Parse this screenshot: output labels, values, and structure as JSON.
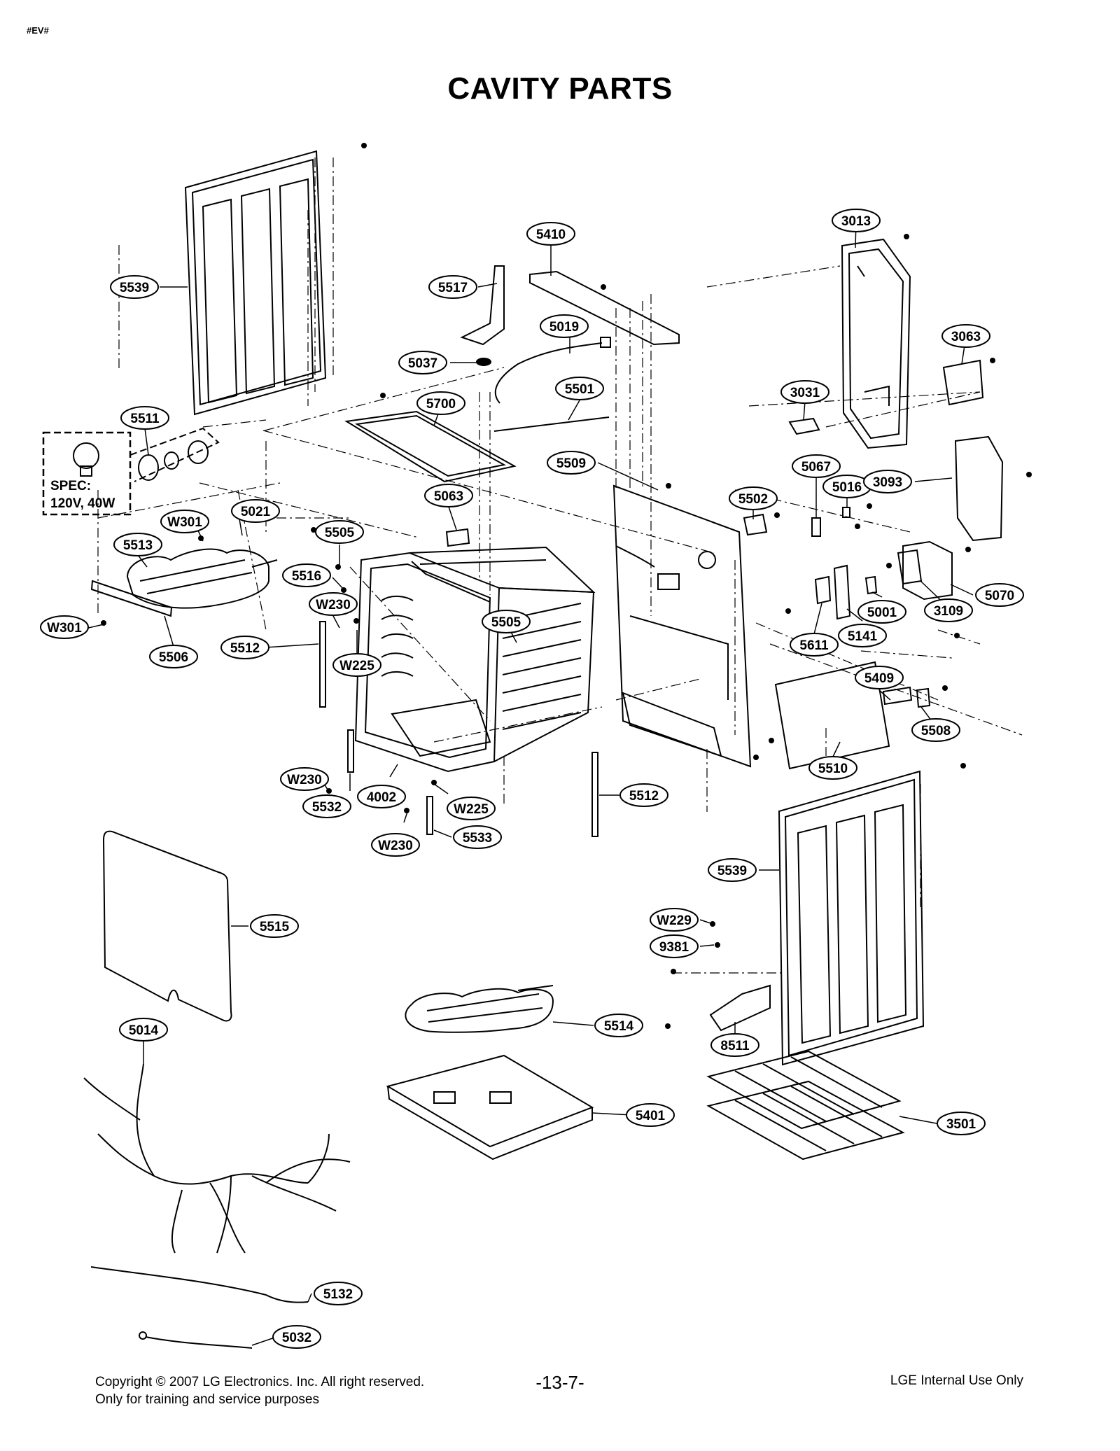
{
  "header": {
    "corner_code": "#EV#",
    "title": "CAVITY PARTS"
  },
  "spec_box": {
    "line1": "SPEC:",
    "line2": "120V, 40W"
  },
  "callouts": [
    {
      "id": "c01",
      "label": "5539"
    },
    {
      "id": "c02",
      "label": "5410"
    },
    {
      "id": "c03",
      "label": "3013"
    },
    {
      "id": "c04",
      "label": "5517"
    },
    {
      "id": "c05",
      "label": "5019"
    },
    {
      "id": "c06",
      "label": "3063"
    },
    {
      "id": "c07",
      "label": "5037"
    },
    {
      "id": "c08",
      "label": "5501"
    },
    {
      "id": "c09",
      "label": "3031"
    },
    {
      "id": "c10",
      "label": "5511"
    },
    {
      "id": "c11",
      "label": "5700"
    },
    {
      "id": "c12",
      "label": "5509"
    },
    {
      "id": "c13",
      "label": "5067"
    },
    {
      "id": "c14",
      "label": "5016"
    },
    {
      "id": "c15",
      "label": "3093"
    },
    {
      "id": "c16",
      "label": "5063"
    },
    {
      "id": "c17",
      "label": "5502"
    },
    {
      "id": "c18",
      "label": "W301"
    },
    {
      "id": "c19",
      "label": "5021"
    },
    {
      "id": "c20",
      "label": "5505"
    },
    {
      "id": "c21",
      "label": "5513"
    },
    {
      "id": "c22",
      "label": "5516"
    },
    {
      "id": "c23",
      "label": "W230"
    },
    {
      "id": "c24",
      "label": "5505"
    },
    {
      "id": "c25",
      "label": "W301"
    },
    {
      "id": "c26",
      "label": "5506"
    },
    {
      "id": "c27",
      "label": "5512"
    },
    {
      "id": "c28",
      "label": "W225"
    },
    {
      "id": "c29",
      "label": "5001"
    },
    {
      "id": "c30",
      "label": "3109"
    },
    {
      "id": "c31",
      "label": "5070"
    },
    {
      "id": "c32",
      "label": "5611"
    },
    {
      "id": "c33",
      "label": "5141"
    },
    {
      "id": "c34",
      "label": "5409"
    },
    {
      "id": "c35",
      "label": "5508"
    },
    {
      "id": "c36",
      "label": "5510"
    },
    {
      "id": "c37",
      "label": "W230"
    },
    {
      "id": "c38",
      "label": "5532"
    },
    {
      "id": "c39",
      "label": "4002"
    },
    {
      "id": "c40",
      "label": "W225"
    },
    {
      "id": "c41",
      "label": "5512"
    },
    {
      "id": "c42",
      "label": "W230"
    },
    {
      "id": "c43",
      "label": "5533"
    },
    {
      "id": "c44",
      "label": "5539"
    },
    {
      "id": "c45",
      "label": "5515"
    },
    {
      "id": "c46",
      "label": "W229"
    },
    {
      "id": "c47",
      "label": "9381"
    },
    {
      "id": "c48",
      "label": "5014"
    },
    {
      "id": "c49",
      "label": "5514"
    },
    {
      "id": "c50",
      "label": "8511"
    },
    {
      "id": "c51",
      "label": "5401"
    },
    {
      "id": "c52",
      "label": "3501"
    },
    {
      "id": "c53",
      "label": "5132"
    },
    {
      "id": "c54",
      "label": "5032"
    }
  ],
  "footer": {
    "copyright_line1": "Copyright © 2007 LG Electronics. Inc. All right reserved.",
    "copyright_line2": "Only for training and service purposes",
    "page_number": "-13-7-",
    "internal_note": "LGE Internal Use Only"
  }
}
